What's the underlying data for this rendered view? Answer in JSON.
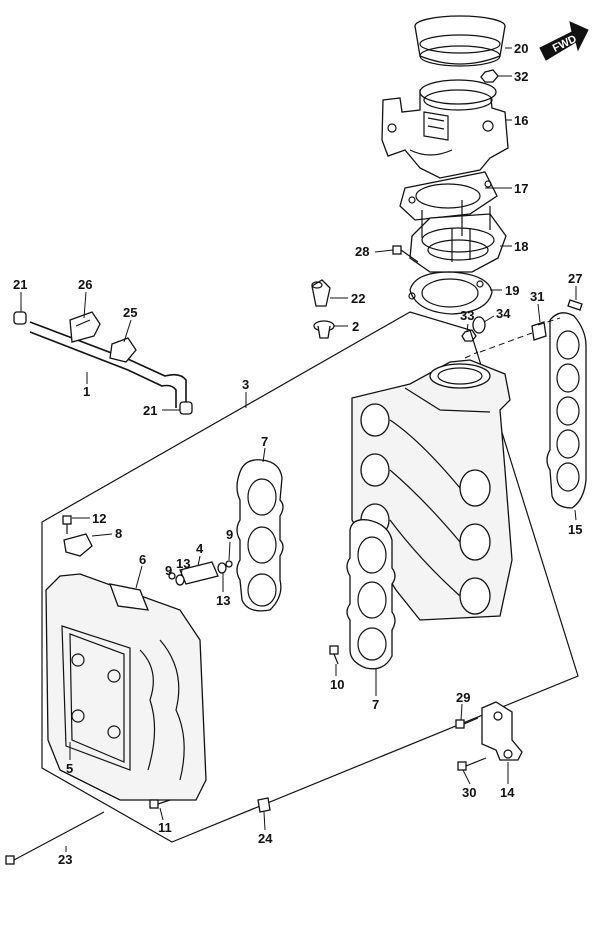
{
  "fwd_arrow": {
    "text": "FWD"
  },
  "callouts": [
    {
      "id": "c20",
      "text": "20"
    },
    {
      "id": "c32",
      "text": "32"
    },
    {
      "id": "c16",
      "text": "16"
    },
    {
      "id": "c17",
      "text": "17"
    },
    {
      "id": "c28",
      "text": "28"
    },
    {
      "id": "c18",
      "text": "18"
    },
    {
      "id": "c19",
      "text": "19"
    },
    {
      "id": "c21a",
      "text": "21"
    },
    {
      "id": "c26",
      "text": "26"
    },
    {
      "id": "c25",
      "text": "25"
    },
    {
      "id": "c22",
      "text": "22"
    },
    {
      "id": "c2",
      "text": "2"
    },
    {
      "id": "c33",
      "text": "33"
    },
    {
      "id": "c34",
      "text": "34"
    },
    {
      "id": "c31",
      "text": "31"
    },
    {
      "id": "c27",
      "text": "27"
    },
    {
      "id": "c1",
      "text": "1"
    },
    {
      "id": "c3",
      "text": "3"
    },
    {
      "id": "c21b",
      "text": "21"
    },
    {
      "id": "c7a",
      "text": "7"
    },
    {
      "id": "c15",
      "text": "15"
    },
    {
      "id": "c12",
      "text": "12"
    },
    {
      "id": "c8",
      "text": "8"
    },
    {
      "id": "c6",
      "text": "6"
    },
    {
      "id": "c4",
      "text": "4"
    },
    {
      "id": "c9a",
      "text": "9"
    },
    {
      "id": "c9b",
      "text": "9"
    },
    {
      "id": "c13a",
      "text": "13"
    },
    {
      "id": "c13b",
      "text": "13"
    },
    {
      "id": "c10",
      "text": "10"
    },
    {
      "id": "c7b",
      "text": "7"
    },
    {
      "id": "c29",
      "text": "29"
    },
    {
      "id": "c5",
      "text": "5"
    },
    {
      "id": "c30",
      "text": "30"
    },
    {
      "id": "c14",
      "text": "14"
    },
    {
      "id": "c11",
      "text": "11"
    },
    {
      "id": "c24",
      "text": "24"
    },
    {
      "id": "c23",
      "text": "23"
    }
  ]
}
